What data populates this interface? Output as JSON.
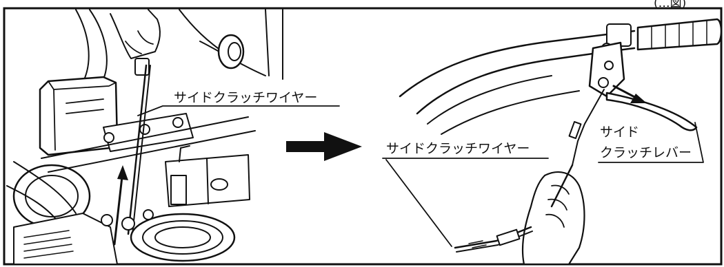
{
  "corner_label": "(…図)",
  "left_panel": {
    "wire_label": "サイドクラッチワイヤー"
  },
  "right_panel": {
    "wire_label": "サイドクラッチワイヤー",
    "lever_label_line1": "サイド",
    "lever_label_line2": "クラッチレバー"
  }
}
